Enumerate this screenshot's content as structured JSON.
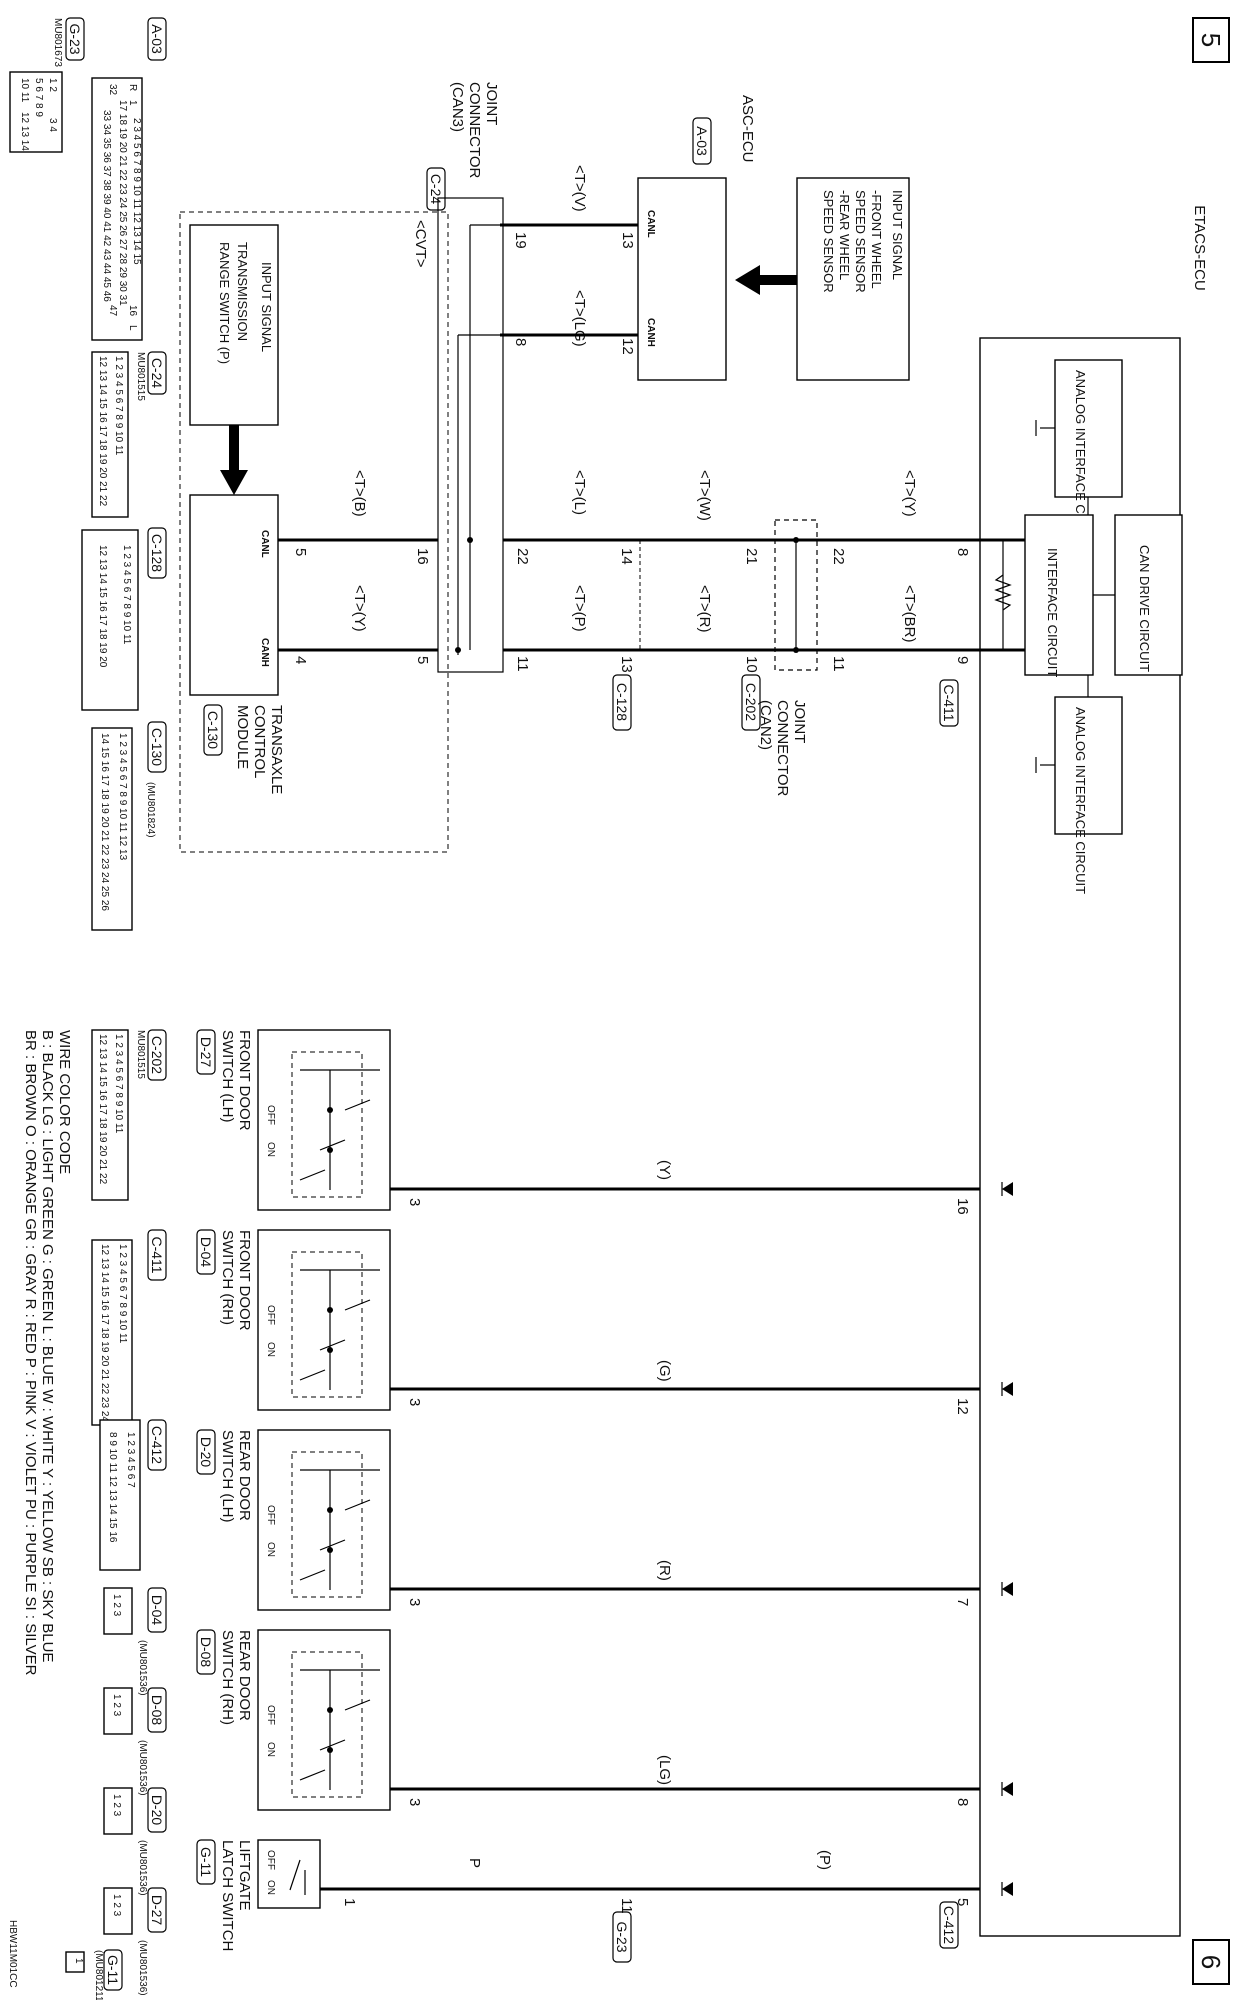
{
  "page": {
    "prev_marker": "5",
    "next_marker": "6",
    "figure_code": "HBW11M01CC"
  },
  "etacs": {
    "title": "ETACS-ECU",
    "analog_left": "ANALOG INTERFACE CIRCUIT",
    "can_drive": "CAN DRIVE CIRCUIT",
    "interface": "INTERFACE CIRCUIT",
    "analog_right": "ANALOG INTERFACE CIRCUIT",
    "connector_top": "C-411",
    "connector_bottom": "C-412"
  },
  "asc": {
    "name": "ASC-ECU",
    "connector": "A-03",
    "input_title": "INPUT SIGNAL",
    "input_line1": "-FRONT WHEEL",
    "input_line2": "SPEED SENSOR",
    "input_line3": "-REAR WHEEL",
    "input_line4": "SPEED SENSOR",
    "canl": "CANL",
    "canh": "CANH",
    "pin_canl": "13",
    "pin_canh": "12",
    "wire_canl": "<T>(V)",
    "wire_canh": "<T>(LG)"
  },
  "can3": {
    "l1": "JOINT",
    "l2": "CONNECTOR",
    "l3": "(CAN3)",
    "connector": "C-24",
    "pin_a": "19",
    "pin_b": "8",
    "pin_c": "16",
    "pin_d": "5",
    "pin_e": "22",
    "pin_f": "11"
  },
  "cvt": {
    "label": "<CVT>"
  },
  "trs": {
    "title": "INPUT SIGNAL",
    "line1": "TRANSMISSION",
    "line2": "RANGE SWITCH (P)"
  },
  "tcm": {
    "line1": "TRANSAXLE",
    "line2": "CONTROL",
    "line3": "MODULE",
    "connector": "C-130",
    "canl": "CANL",
    "canh": "CANH",
    "pin_canl": "5",
    "pin_canh": "4",
    "wire_canl": "<T>(B)",
    "wire_canh": "<T>(Y)"
  },
  "can_bus": {
    "wire_l_lower": "<T>(L)",
    "wire_h_lower": "<T>(P)",
    "wire_l_mid": "<T>(W)",
    "wire_h_mid": "<T>(R)",
    "wire_l_upper": "<T>(Y)",
    "wire_h_upper": "<T>(BR)",
    "c128": "C-128",
    "c128_pin_l": "14",
    "c128_pin_h": "13",
    "can2_l1": "JOINT",
    "can2_l2": "CONNECTOR",
    "can2_l3": "(CAN2)",
    "c202": "C-202",
    "can2_pin_l_in": "21",
    "can2_pin_h_in": "10",
    "can2_pin_l_out": "22",
    "can2_pin_h_out": "11",
    "etacs_pin_l": "8",
    "etacs_pin_h": "9"
  },
  "switches": [
    {
      "name1": "FRONT DOOR",
      "name2": "SWITCH (LH)",
      "connector": "D-27",
      "wire": "(Y)",
      "ecu_pin": "16",
      "sw_pin": "3",
      "off": "OFF",
      "on": "ON"
    },
    {
      "name1": "FRONT DOOR",
      "name2": "SWITCH (RH)",
      "connector": "D-04",
      "wire": "(G)",
      "ecu_pin": "12",
      "sw_pin": "3",
      "off": "OFF",
      "on": "ON"
    },
    {
      "name1": "REAR DOOR",
      "name2": "SWITCH (LH)",
      "connector": "D-20",
      "wire": "(R)",
      "ecu_pin": "7",
      "sw_pin": "3",
      "off": "OFF",
      "on": "ON"
    },
    {
      "name1": "REAR DOOR",
      "name2": "SWITCH (RH)",
      "connector": "D-08",
      "wire": "(LG)",
      "ecu_pin": "8",
      "sw_pin": "3",
      "off": "OFF",
      "on": "ON"
    }
  ],
  "liftgate": {
    "name1": "LIFTGATE",
    "name2": "LATCH SWITCH",
    "connector": "G-11",
    "wire_upper": "(P)",
    "wire_lower": "P",
    "ecu_pin": "5",
    "joint_pin": "11",
    "joint_conn": "G-23",
    "sw_pin": "1",
    "off": "OFF",
    "on": "ON"
  },
  "connector_views": {
    "a03": {
      "code": "A-03",
      "row1": "2 3 4 5 6 7 8 9 10 11 12 13 14 15",
      "row2": "17 18 19 20 21 22 23 24 25 26 27 28 29 30 31",
      "row3": "33 34 35 36 37 38 39 40 41 42 43 44 45 46",
      "p_r": "R",
      "p_1": "1",
      "p_32": "32",
      "p_16": "16",
      "p_47": "47",
      "p_l": "L"
    },
    "g23": {
      "code": "G-23",
      "part": "MU801673",
      "row1": "1 2",
      "row1b": "3 4",
      "row2": "5 6 7 8 9",
      "row3": "10 11",
      "row3b": "12 13 14"
    },
    "c24": {
      "code": "C-24",
      "part": "MU801515",
      "row1": "1 2 3 4 5 6 7 8 9 10 11",
      "row2": "12 13 14 15 16 17 18 19 20 21 22"
    },
    "c128": {
      "code": "C-128",
      "row1": "1 2 3 4 5 6 7 8 9 10 11",
      "row2": "12 13 14 15 16 17 18 19 20"
    },
    "c130": {
      "code": "C-130",
      "part": "(MU801824)",
      "row1": "1 2 3 4 5 6 7 8 9 10 11 12 13",
      "row2": "14 15 16 17 18 19 20 21 22 23 24 25 26"
    },
    "c202": {
      "code": "C-202",
      "part": "MU801515",
      "row1": "1 2 3 4 5 6 7 8 9 10 11",
      "row2": "12 13 14 15 16 17 18 19 20 21 22"
    },
    "c411": {
      "code": "C-411",
      "row1": "1 2 3 4 5 6 7 8 9 10 11",
      "row2": "12 13 14 15 16 17 18 19 20 21 22 23 24"
    },
    "c412": {
      "code": "C-412",
      "row1": "1 2 3 4 5 6 7",
      "row2": "8 9 10 11 12 13 14 15 16"
    },
    "d04": {
      "code": "D-04",
      "part": "(MU801536)",
      "pins": "1 2 3"
    },
    "d08": {
      "code": "D-08",
      "part": "(MU801536)",
      "pins": "1 2 3"
    },
    "d20": {
      "code": "D-20",
      "part": "(MU801536)",
      "pins": "1 2 3"
    },
    "d27": {
      "code": "D-27",
      "part": "(MU801536)",
      "pins": "1 2 3"
    },
    "g11": {
      "code": "G-11",
      "part": "(MU801211)",
      "pins": "1"
    }
  },
  "legend": {
    "title": "WIRE COLOR CODE",
    "row1": "B : BLACK   LG : LIGHT GREEN   G : GREEN   L : BLUE   W : WHITE   Y : YELLOW   SB : SKY BLUE",
    "row2": "BR : BROWN   O : ORANGE   GR : GRAY   R : RED   P : PINK   V : VIOLET   PU : PURPLE   SI : SILVER"
  }
}
